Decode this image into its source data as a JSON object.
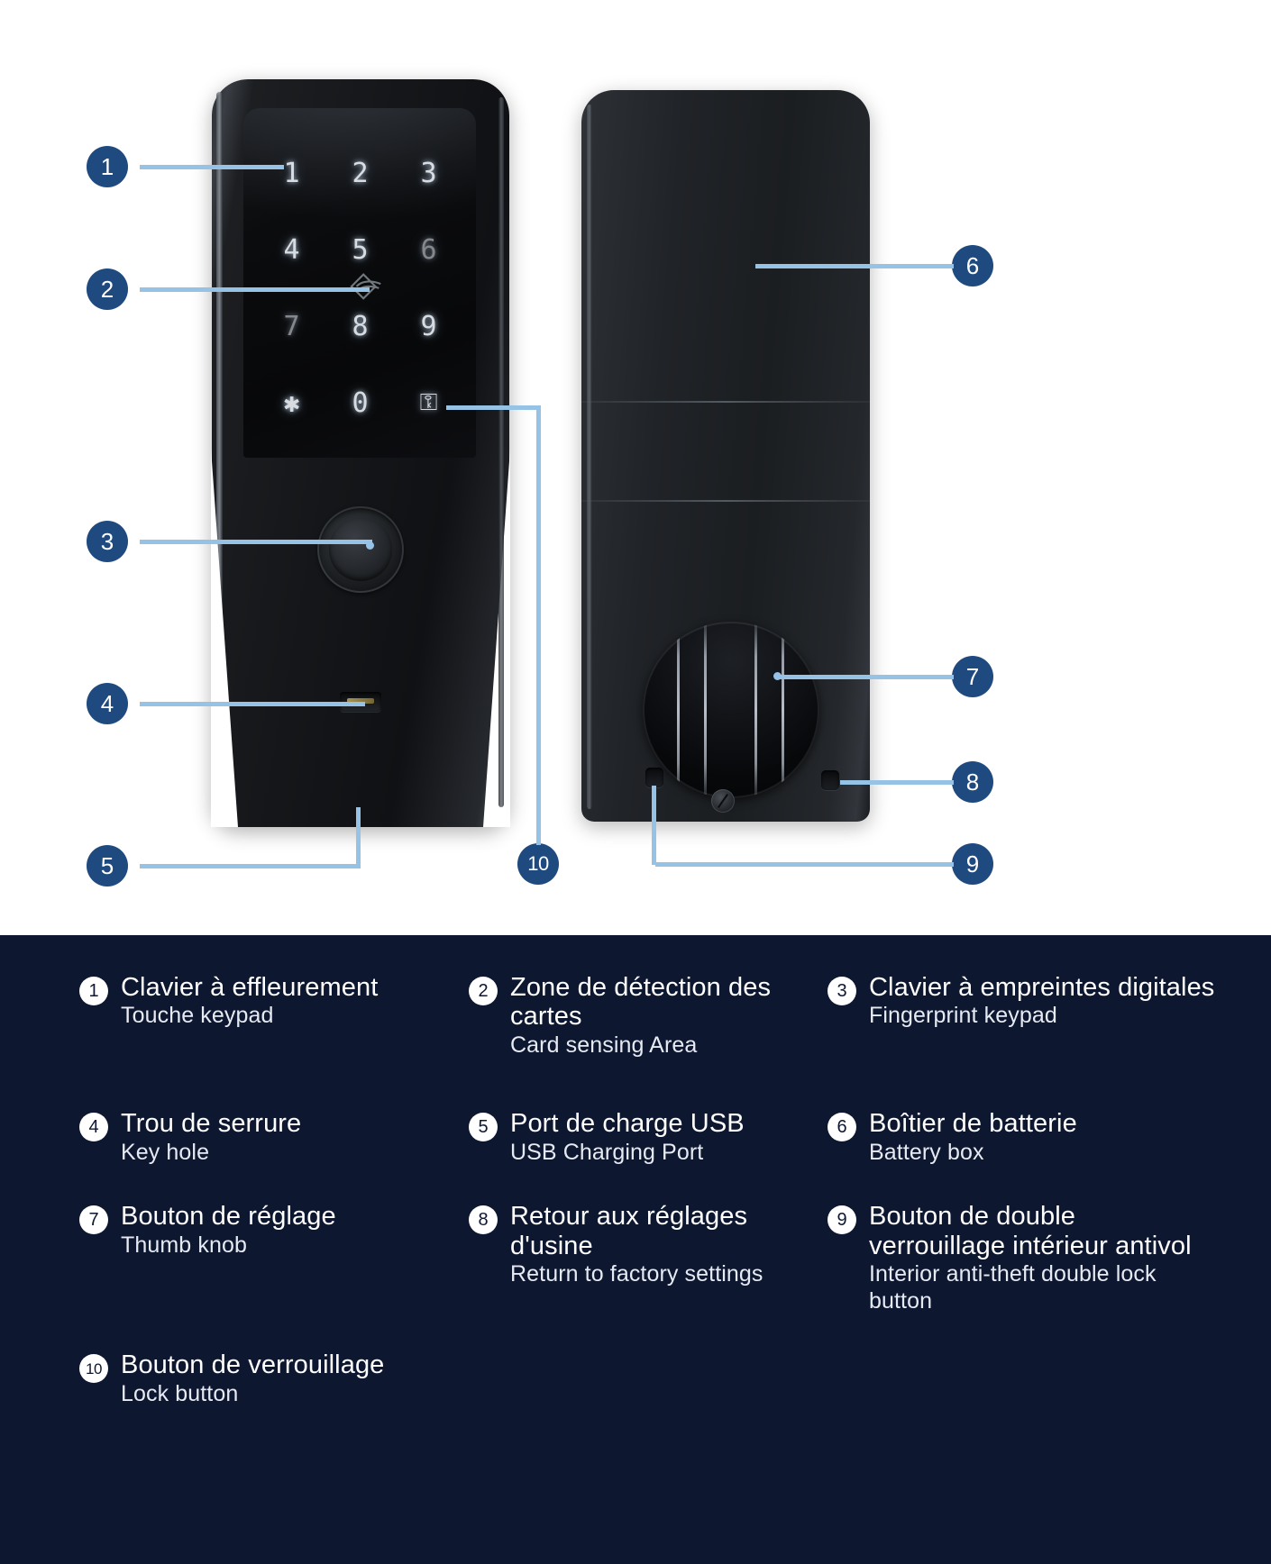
{
  "diagram": {
    "front_unit": {
      "name": "Smart lock front panel",
      "keypad": {
        "keys": [
          "1",
          "2",
          "3",
          "4",
          "5",
          "6",
          "7",
          "8",
          "9",
          "✱",
          "0",
          "⚿"
        ],
        "card_logo": "card-sensor-logo"
      }
    },
    "back_unit": {
      "name": "Smart lock back panel"
    },
    "callouts": [
      {
        "number": "1",
        "target": "touch-keypad"
      },
      {
        "number": "2",
        "target": "card-sensing-area"
      },
      {
        "number": "3",
        "target": "fingerprint-keypad"
      },
      {
        "number": "4",
        "target": "key-hole"
      },
      {
        "number": "5",
        "target": "usb-charging-port"
      },
      {
        "number": "6",
        "target": "battery-box"
      },
      {
        "number": "7",
        "target": "thumb-knob"
      },
      {
        "number": "8",
        "target": "factory-reset-button"
      },
      {
        "number": "9",
        "target": "interior-double-lock-button"
      },
      {
        "number": "10",
        "target": "lock-button"
      }
    ]
  },
  "colors": {
    "legend_background": "#0d1730",
    "badge_blue": "#1e4a80",
    "leader_line_blue": "#96c2e6",
    "legend_text": "#ffffff"
  },
  "legend": {
    "items": [
      {
        "number": "1",
        "fr": "Clavier à effleurement",
        "en": "Touche keypad"
      },
      {
        "number": "2",
        "fr": "Zone de détection des cartes",
        "en": "Card sensing Area"
      },
      {
        "number": "3",
        "fr": "Clavier à empreintes digitales",
        "en": "Fingerprint keypad"
      },
      {
        "number": "4",
        "fr": "Trou de serrure",
        "en": "Key hole"
      },
      {
        "number": "5",
        "fr": "Port de charge USB",
        "en": "USB Charging Port"
      },
      {
        "number": "6",
        "fr": "Boîtier de batterie",
        "en": "Battery box"
      },
      {
        "number": "7",
        "fr": "Bouton de réglage",
        "en": "Thumb knob"
      },
      {
        "number": "8",
        "fr": "Retour aux réglages d'usine",
        "en": "Return to factory settings"
      },
      {
        "number": "9",
        "fr": "Bouton de double verrouillage intérieur antivol",
        "en": "Interior anti-theft double lock button"
      },
      {
        "number": "10",
        "fr": "Bouton de verrouillage",
        "en": "Lock button"
      }
    ]
  }
}
